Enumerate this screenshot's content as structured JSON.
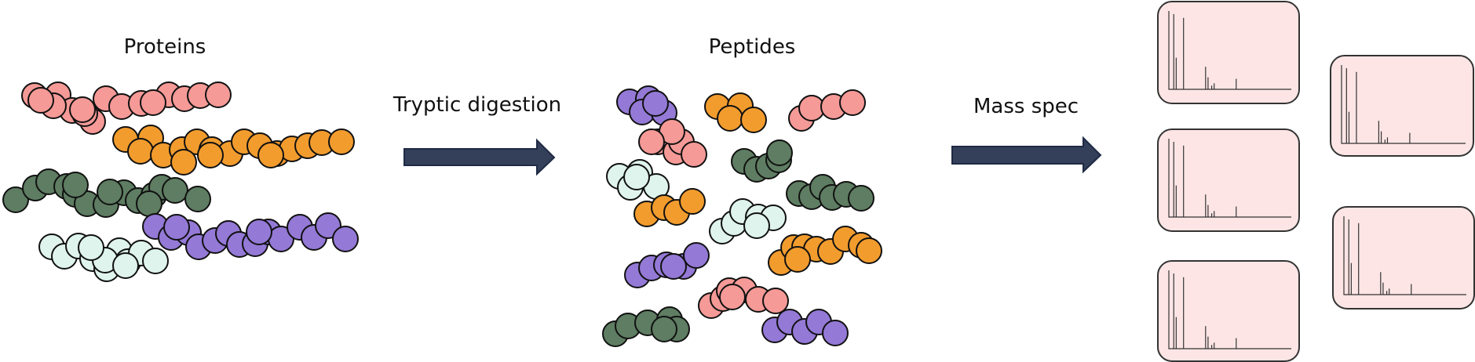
{
  "labels": {
    "proteins": "Proteins",
    "peptides": "Peptides",
    "digestion": "Tryptic digestion",
    "massspec": "Mass spec"
  },
  "colors": {
    "salmon": "#F59A97",
    "orange": "#F29C2E",
    "green": "#5E7D62",
    "purple": "#9479D6",
    "mint": "#DFF4EC",
    "card_fill": "#FDE5E5",
    "arrow_fill": "#34405A"
  },
  "spectrum_peaks": [
    {
      "mz": 0.04,
      "intensity": 1.0
    },
    {
      "mz": 0.06,
      "intensity": 0.42
    },
    {
      "mz": 0.12,
      "intensity": 0.95
    },
    {
      "mz": 0.3,
      "intensity": 0.3
    },
    {
      "mz": 0.32,
      "intensity": 0.16
    },
    {
      "mz": 0.35,
      "intensity": 0.05
    },
    {
      "mz": 0.37,
      "intensity": 0.08
    },
    {
      "mz": 0.55,
      "intensity": 0.14
    }
  ],
  "spectrum_count": 5
}
